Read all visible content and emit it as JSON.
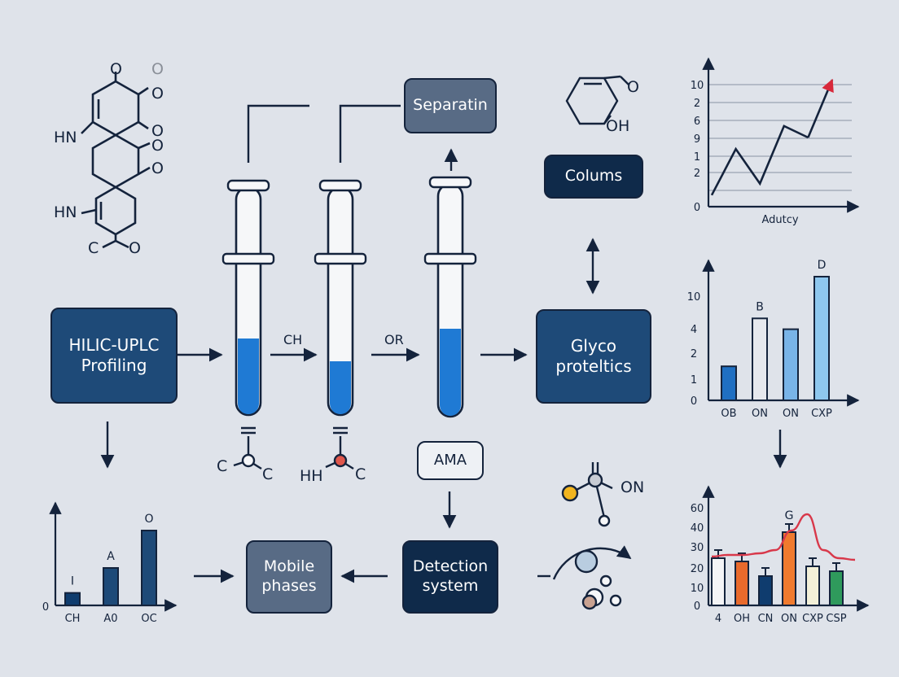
{
  "boxes": {
    "hilic": "HILIC-UPLC\nProfiling",
    "separatin": "Separatin",
    "colums": "Colums",
    "glyco": "Glyco\nproteltics",
    "ama": "AMA",
    "detection": "Detection\nsystem",
    "mobile": "Mobile\nphases"
  },
  "arrow_labels": {
    "ch": "CH",
    "or": "OR"
  },
  "molecules": {
    "top_left": {
      "o1": "O",
      "o2": "O",
      "o3": "O",
      "o4": "O",
      "o5": "O",
      "o6": "O",
      "hn1": "HN",
      "hn2": "HN",
      "c": "C",
      "o7": "O"
    },
    "top_right": {
      "o": "O",
      "oh": "OH"
    },
    "tube1": {
      "c1": "C",
      "c2": "C"
    },
    "tube2": {
      "hh": "HH",
      "c": "C"
    },
    "right": {
      "on": "ON"
    }
  },
  "chart_data": [
    {
      "type": "line",
      "xlabel": "Adutcy",
      "ytick_labels": [
        "10",
        "2",
        "6",
        "9",
        "1",
        "2",
        "0"
      ],
      "y": [
        1,
        5,
        2,
        7,
        6,
        11
      ]
    },
    {
      "type": "bar",
      "categories": [
        "OB",
        "ON",
        "ON",
        "CXP"
      ],
      "values": [
        2.2,
        5.3,
        4.6,
        8
      ],
      "ytick_labels": [
        "10",
        "4",
        "2",
        "1",
        "0"
      ],
      "bar_labels": [
        "",
        "B",
        "",
        "D"
      ],
      "colors": [
        "#1f6fc2",
        "#e6e8ee",
        "#79b4e8",
        "#8ec7ee"
      ]
    },
    {
      "type": "bar",
      "categories": [
        "CH",
        "A0",
        "OC"
      ],
      "values": [
        1,
        3,
        6
      ],
      "ytick_labels": [
        "0"
      ],
      "bar_labels": [
        "I",
        "A",
        "O"
      ],
      "colors": [
        "#0f3c6e",
        "#1e4a78",
        "#1e4a78"
      ]
    },
    {
      "type": "bar",
      "categories": [
        "4",
        "OH",
        "CN",
        "ON",
        "CXP",
        "CSP"
      ],
      "values": [
        29,
        27,
        18,
        45,
        24,
        21
      ],
      "ylim": [
        0,
        60
      ],
      "ytick_labels": [
        "60",
        "40",
        "30",
        "20",
        "10",
        "0"
      ],
      "bar_labels": [
        "",
        "",
        "",
        "G",
        "",
        ""
      ],
      "colors": [
        "#f4f4f6",
        "#e96a2c",
        "#0f3c6e",
        "#f07a2e",
        "#f3f0d8",
        "#2f9a5c"
      ],
      "curve": [
        30,
        31,
        31,
        32,
        34,
        46,
        56,
        34,
        29,
        28
      ]
    }
  ]
}
